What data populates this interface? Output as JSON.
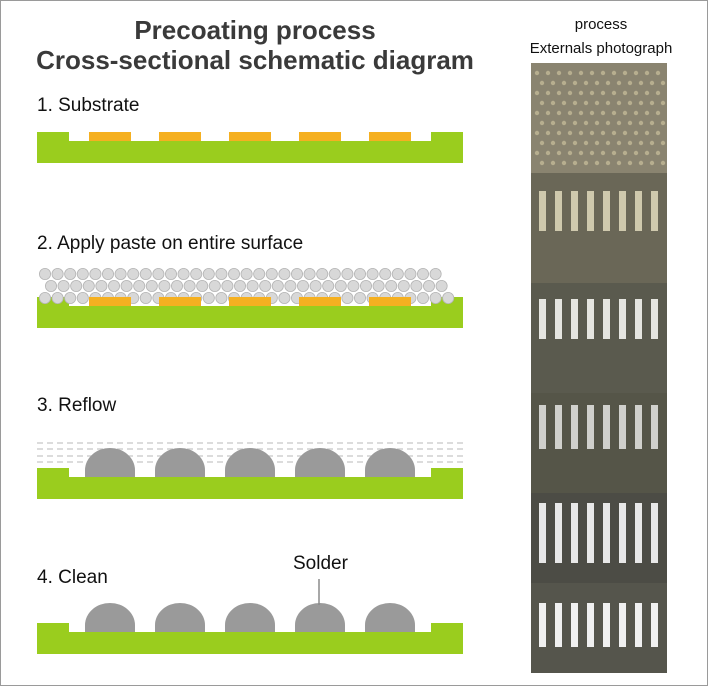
{
  "title": {
    "line1": "Precoating process",
    "line2": "Cross-sectional schematic diagram"
  },
  "photo_caption": {
    "line1": "process",
    "line2": "Externals photograph"
  },
  "steps": [
    {
      "label": "1. Substrate"
    },
    {
      "label": "2. Apply paste on entire surface"
    },
    {
      "label": "3. Reflow"
    },
    {
      "label": "4. Clean"
    }
  ],
  "annotation": {
    "solder": "Solder"
  },
  "colors": {
    "substrate": "#9acd1e",
    "pad": "#f5b021",
    "solder": "#9a9a9a",
    "paste_ball": "#d8d8d8",
    "flux_line": "#c8c8c8"
  }
}
